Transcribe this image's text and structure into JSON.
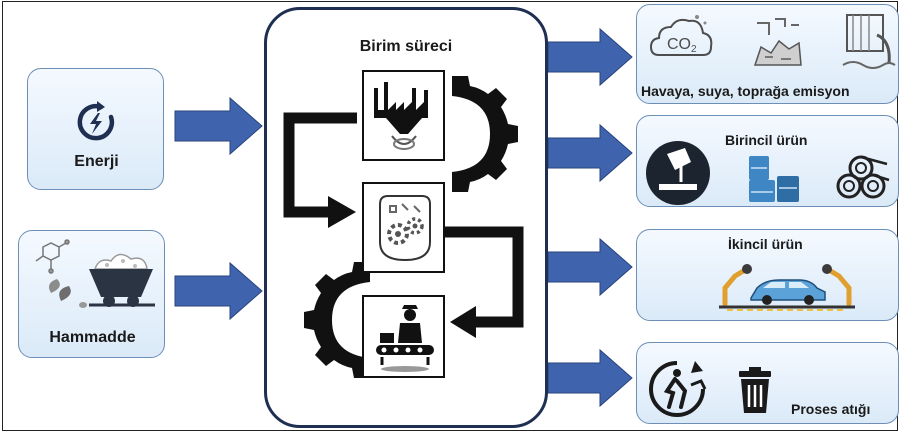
{
  "center": {
    "title": "Birim süreci"
  },
  "inputs": [
    {
      "label": "Enerji",
      "icon": "energy-icon"
    },
    {
      "label": "Hammadde",
      "icon": "raw-material-icon"
    }
  ],
  "outputs": [
    {
      "label": "Havaya, suya, toprağa emisyon",
      "icons": [
        "co2-cloud-icon",
        "soil-pollution-icon",
        "water-discharge-icon"
      ]
    },
    {
      "label": "Birincil ürün",
      "icons": [
        "molten-metal-icon",
        "container-icon",
        "pipes-icon"
      ]
    },
    {
      "label": "İkincil ürün",
      "icons": [
        "car-assembly-icon"
      ]
    },
    {
      "label": "Proses atığı",
      "icons": [
        "recycling-person-icon",
        "trash-can-icon"
      ]
    }
  ],
  "process_icons": [
    "factory-icon",
    "process-gears-icon",
    "worker-conveyor-icon"
  ],
  "colors": {
    "arrow": "#3f64ad",
    "frame": "#1f2f52",
    "box_border": "#6d8fb7",
    "gear": "#111111"
  }
}
